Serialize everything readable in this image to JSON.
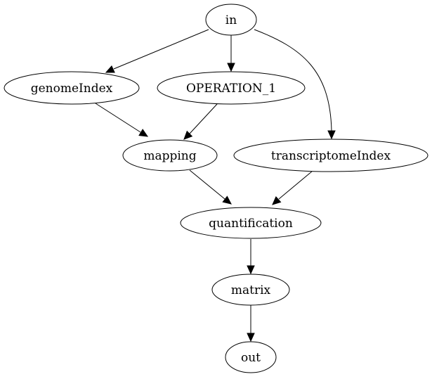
{
  "diagram": {
    "nodes": [
      {
        "id": "in",
        "label": "in"
      },
      {
        "id": "genomeIndex",
        "label": "genomeIndex"
      },
      {
        "id": "OPERATION_1",
        "label": "OPERATION_1"
      },
      {
        "id": "mapping",
        "label": "mapping"
      },
      {
        "id": "transcriptomeIndex",
        "label": "transcriptomeIndex"
      },
      {
        "id": "quantification",
        "label": "quantification"
      },
      {
        "id": "matrix",
        "label": "matrix"
      },
      {
        "id": "out",
        "label": "out"
      }
    ],
    "edges": [
      {
        "from": "in",
        "to": "genomeIndex"
      },
      {
        "from": "in",
        "to": "OPERATION_1"
      },
      {
        "from": "in",
        "to": "transcriptomeIndex"
      },
      {
        "from": "genomeIndex",
        "to": "mapping"
      },
      {
        "from": "OPERATION_1",
        "to": "mapping"
      },
      {
        "from": "mapping",
        "to": "quantification"
      },
      {
        "from": "transcriptomeIndex",
        "to": "quantification"
      },
      {
        "from": "quantification",
        "to": "matrix"
      },
      {
        "from": "matrix",
        "to": "out"
      }
    ]
  }
}
